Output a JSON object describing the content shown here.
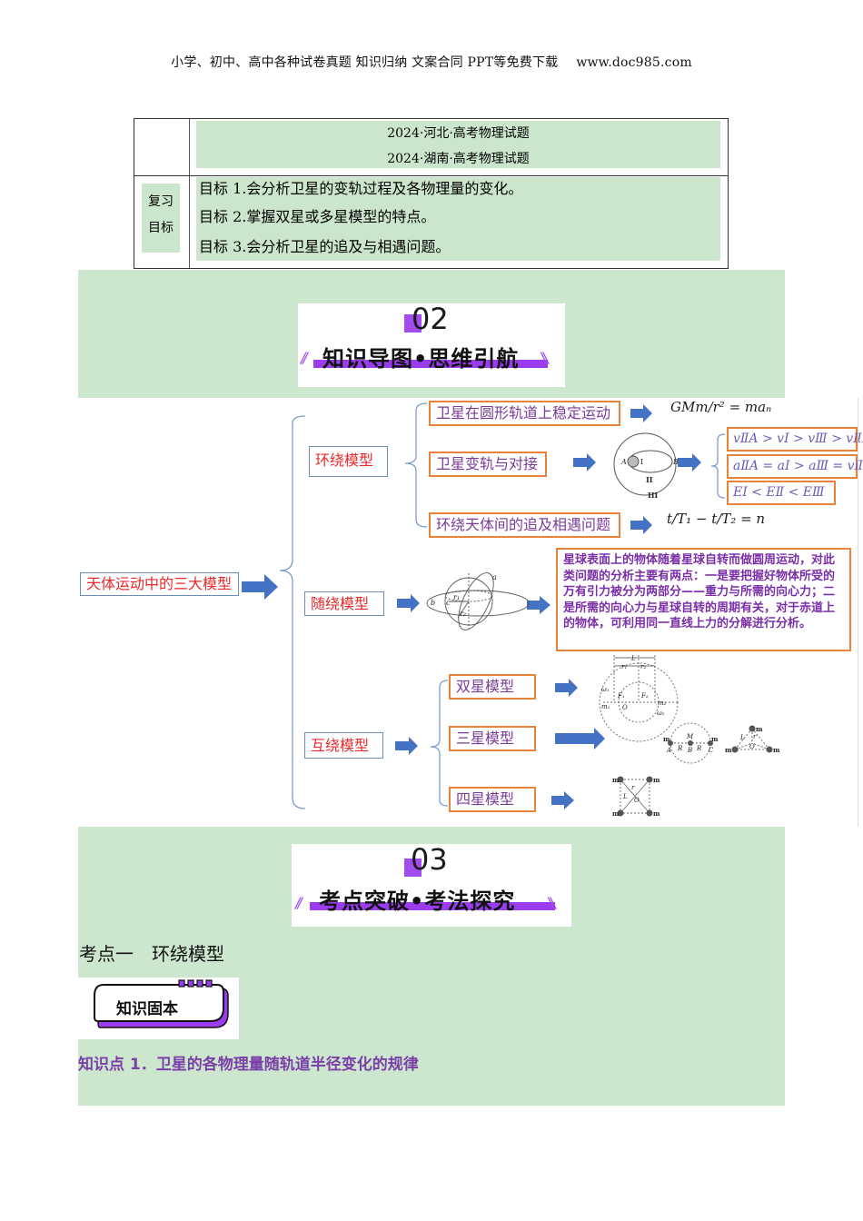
{
  "header": {
    "text": "小学、初中、高中各种试卷真题  知识归纳  文案合同  PPT等免费下载",
    "url": "www.doc985.com"
  },
  "top_table": {
    "sources": [
      "2024·河北·高考物理试题",
      "2024·湖南·高考物理试题"
    ],
    "goal_label": [
      "复习",
      "目标"
    ],
    "goals": [
      "目标 1.会分析卫星的变轨过程及各物理量的变化。",
      "目标 2.掌握双星或多星模型的特点。",
      "目标 3.会分析卫星的追及与相遇问题。"
    ]
  },
  "section02": {
    "number": "02",
    "title": "知识导图•思维引航",
    "slashes": "//"
  },
  "mindmap": {
    "root": "天体运动中的三大模型",
    "branches": {
      "orbit": {
        "label": "环绕模型",
        "items": [
          {
            "label": "卫星在圆形轨道上稳定运动",
            "formula": "GMm/r² = maₙ"
          },
          {
            "label": "卫星变轨与对接",
            "diagram_labels": [
              "A",
              "I",
              "B",
              "II",
              "III"
            ],
            "results": [
              "vⅡA > vⅠ > vⅢ > vⅡB",
              "aⅡA = aⅠ > aⅢ = vⅡB",
              "EⅠ < EⅡ < EⅢ"
            ]
          },
          {
            "label": "环绕天体间的追及相遇问题",
            "formula": "t/T₁ − t/T₂ = n"
          }
        ]
      },
      "follow": {
        "label": "随绕模型",
        "diagram_labels": [
          "a",
          "b",
          "c",
          "r₁",
          "r₂"
        ],
        "note": "星球表面上的物体随着星球自转而做圆周运动，对此类问题的分析主要有两点：一是要把握好物体所受的万有引力被分为两部分——重力与所需的向心力；二是所需的向心力与星球自转的周期有关，对于赤道上的物体，可利用同一直线上力的分解进行分析。"
      },
      "mutual": {
        "label": "互绕模型",
        "items": [
          {
            "label": "双星模型",
            "diagram_labels": [
              "L",
              "r₁",
              "r₂",
              "ω₁",
              "F₁",
              "F₂",
              "m₁",
              "m₂",
              "O",
              "ω₂"
            ]
          },
          {
            "label": "三星模型",
            "diagram_labels": [
              "m",
              "M",
              "m",
              "A",
              "R",
              "B",
              "R",
              "C",
              "L",
              "r",
              "O",
              "m",
              "m",
              "m"
            ]
          },
          {
            "label": "四星模型",
            "diagram_labels": [
              "m",
              "m",
              "m",
              "m",
              "r",
              "L",
              "O"
            ]
          }
        ]
      }
    }
  },
  "section03": {
    "number": "03",
    "title": "考点突破•考法探究",
    "slashes": "//"
  },
  "exam_point": "考点一　环绕模型",
  "badge": "知识固本",
  "knowledge_point": "知识点 1．卫星的各物理量随轨道半径变化的规律",
  "colors": {
    "band_green": "#cde7cf",
    "accent_purple": "#a24bf0",
    "orange_border": "#e8843a",
    "arrow_blue": "#4472c4",
    "root_red": "#e8282a",
    "text_purple": "#7a2fa8"
  }
}
